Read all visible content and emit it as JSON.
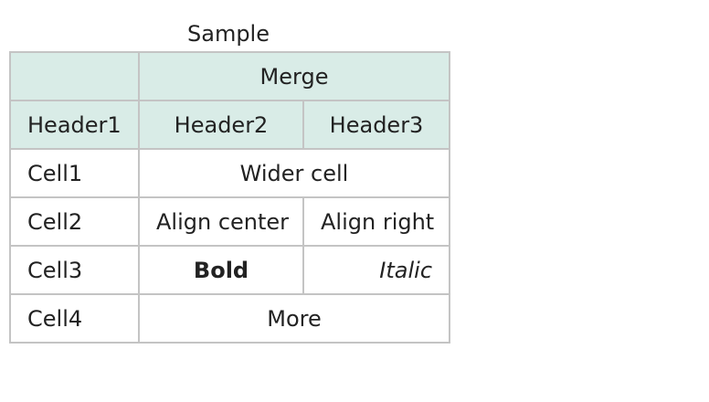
{
  "caption": "Sample",
  "header": {
    "row1": {
      "corner": "",
      "merge": "Merge"
    },
    "row2": [
      "Header1",
      "Header2",
      "Header3"
    ]
  },
  "rows": [
    {
      "label": "Cell1",
      "wide": "Wider cell"
    },
    {
      "label": "Cell2",
      "col2": "Align center",
      "col3": "Align right"
    },
    {
      "label": "Cell3",
      "col2": "Bold",
      "col3": "Italic"
    },
    {
      "label": "Cell4",
      "wide": "More"
    }
  ],
  "colors": {
    "header_bg": "#d9ece7",
    "border": "#c4c4c4"
  }
}
